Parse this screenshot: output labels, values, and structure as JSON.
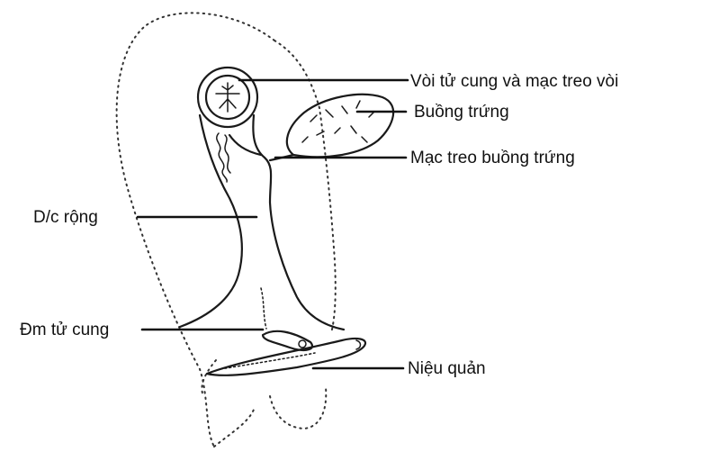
{
  "labels": {
    "voi_tu_cung": "Vòi tử cung và mạc treo vòi",
    "buong_trung": "Buồng trứng",
    "mac_treo_buong_trung": "Mạc treo buồng trứng",
    "day_chang_rong": "D/c rộng",
    "dm_tu_cung": "Đm tử cung",
    "nieu_quan": "Niệu quản"
  }
}
